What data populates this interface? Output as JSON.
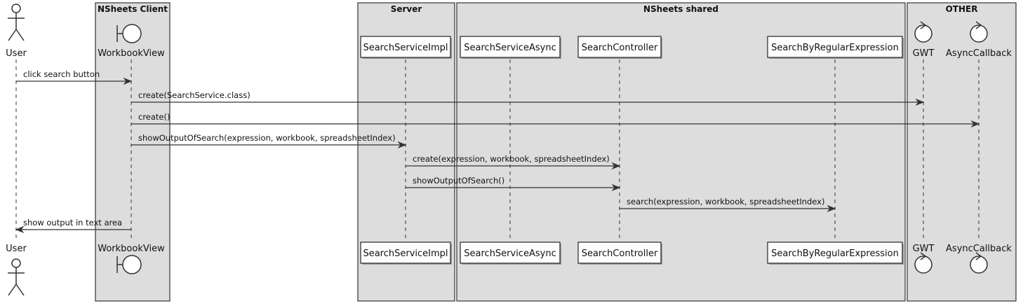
{
  "boxes": [
    {
      "id": "client",
      "title": "NSheets Client"
    },
    {
      "id": "server",
      "title": "Server"
    },
    {
      "id": "shared",
      "title": "NSheets shared"
    },
    {
      "id": "other",
      "title": "OTHER"
    }
  ],
  "participants": [
    {
      "id": "user",
      "label": "User",
      "type": "actor"
    },
    {
      "id": "wbv",
      "label": "WorkbookView",
      "type": "boundary"
    },
    {
      "id": "ssi",
      "label": "SearchServiceImpl",
      "type": "participant"
    },
    {
      "id": "ssa",
      "label": "SearchServiceAsync",
      "type": "participant"
    },
    {
      "id": "sc",
      "label": "SearchController",
      "type": "participant"
    },
    {
      "id": "sbre",
      "label": "SearchByRegularExpression",
      "type": "participant"
    },
    {
      "id": "gwt",
      "label": "GWT",
      "type": "control"
    },
    {
      "id": "acb",
      "label": "AsyncCallback",
      "type": "control"
    }
  ],
  "messages": [
    {
      "from": "user",
      "to": "wbv",
      "label": "click search button"
    },
    {
      "from": "wbv",
      "to": "gwt",
      "label": "create(SearchService.class)"
    },
    {
      "from": "wbv",
      "to": "acb",
      "label": "create()"
    },
    {
      "from": "wbv",
      "to": "ssi",
      "label": "showOutputOfSearch(expression, workbook, spreadsheetIndex)"
    },
    {
      "from": "ssi",
      "to": "sc",
      "label": "create(expression, workbook, spreadsheetIndex)"
    },
    {
      "from": "ssi",
      "to": "sc",
      "label": "showOutputOfSearch()"
    },
    {
      "from": "sc",
      "to": "sbre",
      "label": "search(expression, workbook, spreadsheetIndex)"
    },
    {
      "from": "wbv",
      "to": "user",
      "label": "show output in text area"
    }
  ],
  "colors": {
    "box_fill": "#DDDDDD",
    "participant_fill": "#FEFEFE",
    "line": "#333333",
    "text": "#111111"
  }
}
